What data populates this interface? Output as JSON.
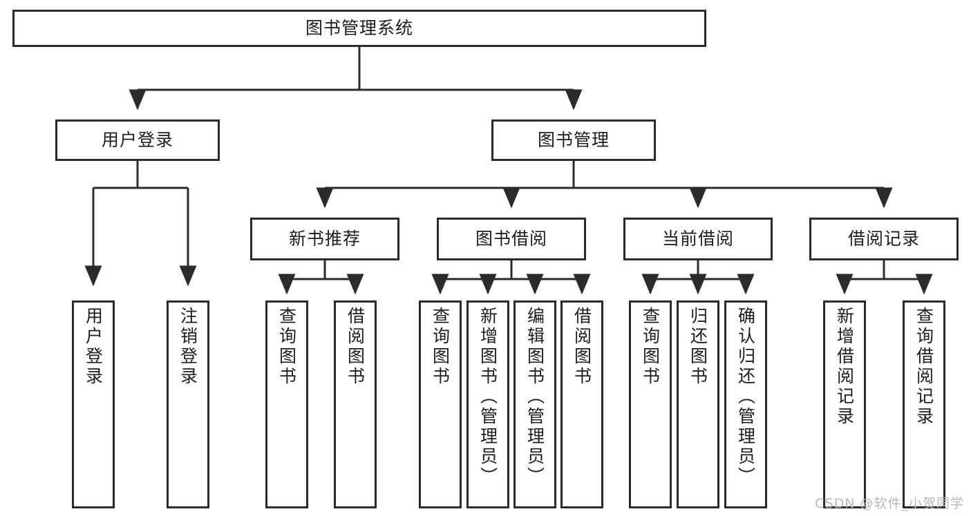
{
  "diagram": {
    "title": "图书管理系统",
    "type": "tree-hierarchy",
    "watermark": "CSDN @软件_小贺同学",
    "line_color": "#2b2b2b",
    "box_fill": "#ffffff",
    "text_color": "#1d1d1d"
  },
  "nodes": {
    "root": {
      "label": "图书管理系统"
    },
    "level2": [
      {
        "id": "user-login",
        "label": "用户登录"
      },
      {
        "id": "book-manage",
        "label": "图书管理"
      }
    ],
    "level3": [
      {
        "id": "new-book-recommend",
        "label": "新书推荐"
      },
      {
        "id": "book-borrow",
        "label": "图书借阅"
      },
      {
        "id": "current-borrow",
        "label": "当前借阅"
      },
      {
        "id": "borrow-record",
        "label": "借阅记录"
      }
    ],
    "leaves": {
      "user_login": [
        {
          "id": "leaf-user-login",
          "label": "用户登录"
        },
        {
          "id": "leaf-user-logout",
          "label": "注销登录"
        }
      ],
      "new_book_recommend": [
        {
          "id": "leaf-query-book-1",
          "label": "查询图书"
        },
        {
          "id": "leaf-borrow-book-1",
          "label": "借阅图书"
        }
      ],
      "book_borrow": [
        {
          "id": "leaf-query-book-2",
          "label": "查询图书"
        },
        {
          "id": "leaf-add-book",
          "label": "新增图书（管理员）"
        },
        {
          "id": "leaf-edit-book",
          "label": "编辑图书（管理员）"
        },
        {
          "id": "leaf-borrow-book-2",
          "label": "借阅图书"
        }
      ],
      "current_borrow": [
        {
          "id": "leaf-query-book-3",
          "label": "查询图书"
        },
        {
          "id": "leaf-return-book",
          "label": "归还图书"
        },
        {
          "id": "leaf-confirm-return",
          "label": "确认归还（管理员）"
        }
      ],
      "borrow_record": [
        {
          "id": "leaf-add-borrow-record",
          "label": "新增借阅记录"
        },
        {
          "id": "leaf-query-borrow-record",
          "label": "查询借阅记录"
        }
      ]
    }
  }
}
